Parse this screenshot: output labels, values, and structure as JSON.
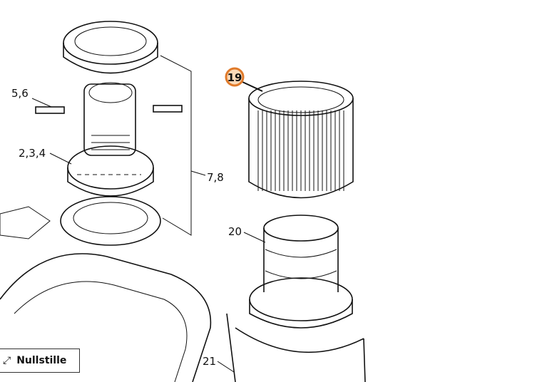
{
  "diagram": {
    "callouts": [
      {
        "id": "5-6",
        "label": "5,6"
      },
      {
        "id": "2-3-4",
        "label": "2,3,4"
      },
      {
        "id": "7-8",
        "label": "7,8"
      },
      {
        "id": "19",
        "label": "19",
        "highlighted": true
      },
      {
        "id": "20",
        "label": "20"
      },
      {
        "id": "21",
        "label": "21"
      }
    ],
    "highlight_color": "#e07a2a",
    "highlight_fill": "#fbd9b8"
  },
  "controls": {
    "reset_label": "Nullstille",
    "reset_icon": "expand-arrows-icon"
  }
}
